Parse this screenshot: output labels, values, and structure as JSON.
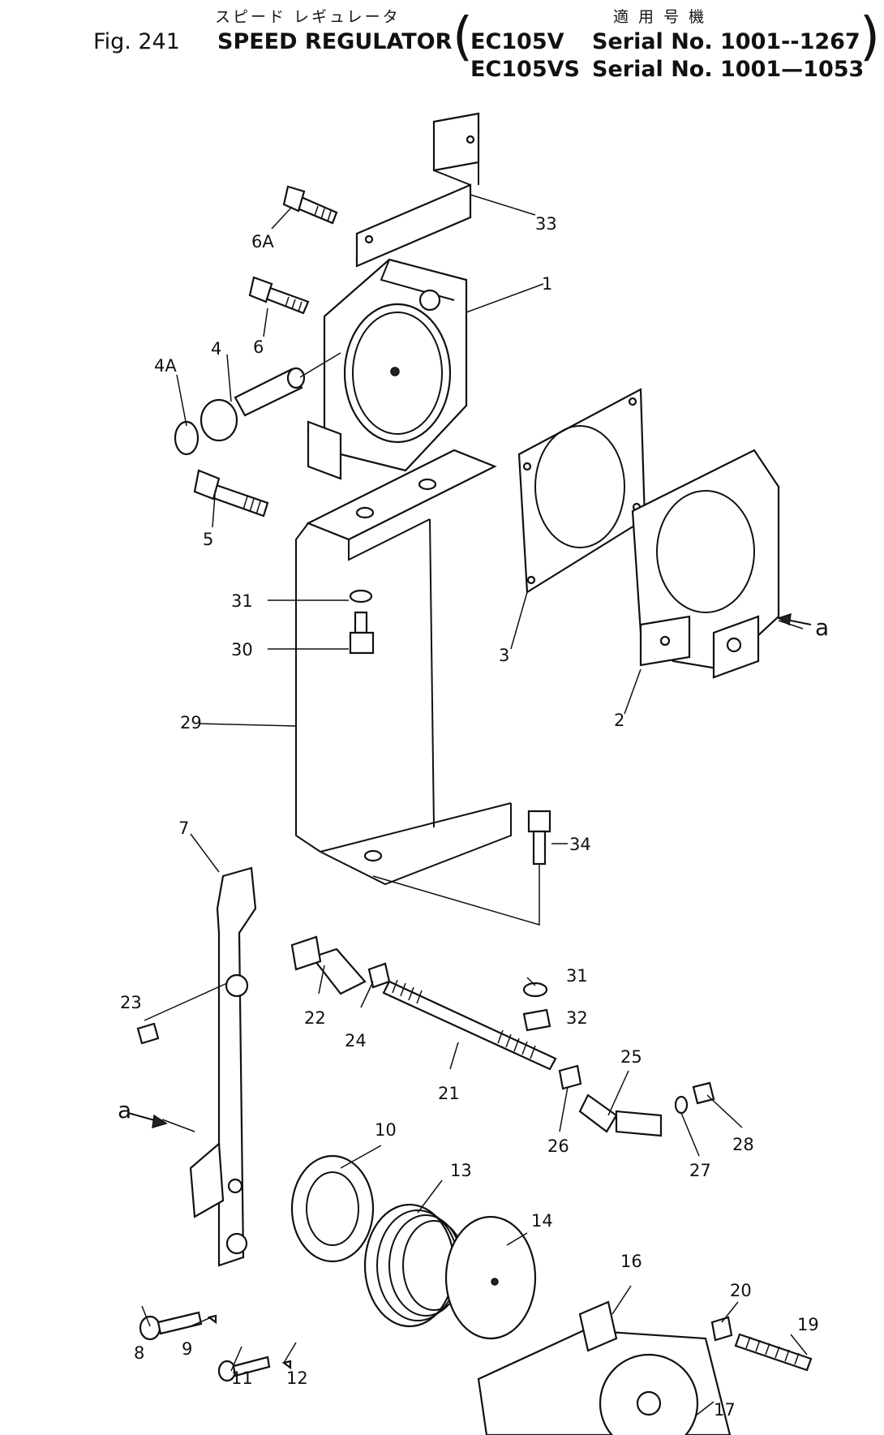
{
  "header": {
    "title_jp": "スピード レギュレータ",
    "applicable_jp": "適 用 号 機",
    "fig_label": "Fig. 241",
    "title": "SPEED REGULATOR",
    "models": [
      {
        "model": "EC105V",
        "serial": "Serial No. 1001--1267"
      },
      {
        "model": "EC105VS",
        "serial": "Serial No. 1001—1053"
      }
    ]
  },
  "callouts": [
    "1",
    "2",
    "3",
    "4",
    "4A",
    "5",
    "6",
    "6A",
    "7",
    "8",
    "9",
    "10",
    "11",
    "12",
    "13",
    "14",
    "16",
    "17",
    "19",
    "20",
    "21",
    "22",
    "23",
    "24",
    "25",
    "26",
    "27",
    "28",
    "29",
    "30",
    "31",
    "31",
    "32",
    "33",
    "34"
  ],
  "view_markers": [
    "a",
    "a"
  ]
}
